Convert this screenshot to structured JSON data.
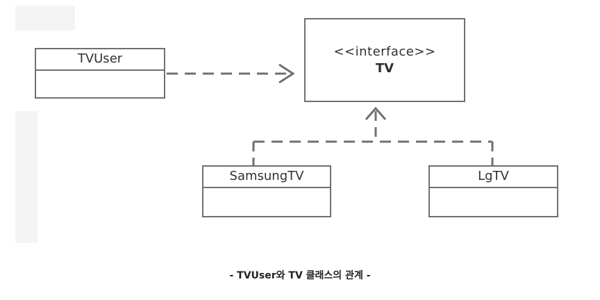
{
  "diagram": {
    "classes": {
      "tvuser": {
        "name": "TVUser"
      },
      "tv": {
        "stereotype": "<<interface>>",
        "name": "TV"
      },
      "samsungtv": {
        "name": "SamsungTV"
      },
      "lgtv": {
        "name": "LgTV"
      }
    },
    "relations": [
      {
        "from": "TVUser",
        "to": "TV",
        "type": "dependency"
      },
      {
        "from": "SamsungTV",
        "to": "TV",
        "type": "realization"
      },
      {
        "from": "LgTV",
        "to": "TV",
        "type": "realization"
      }
    ],
    "colors": {
      "line": "#6f6f6f",
      "text": "#303030"
    }
  },
  "caption": "- TVUser와 TV 클래스의 관계 -"
}
